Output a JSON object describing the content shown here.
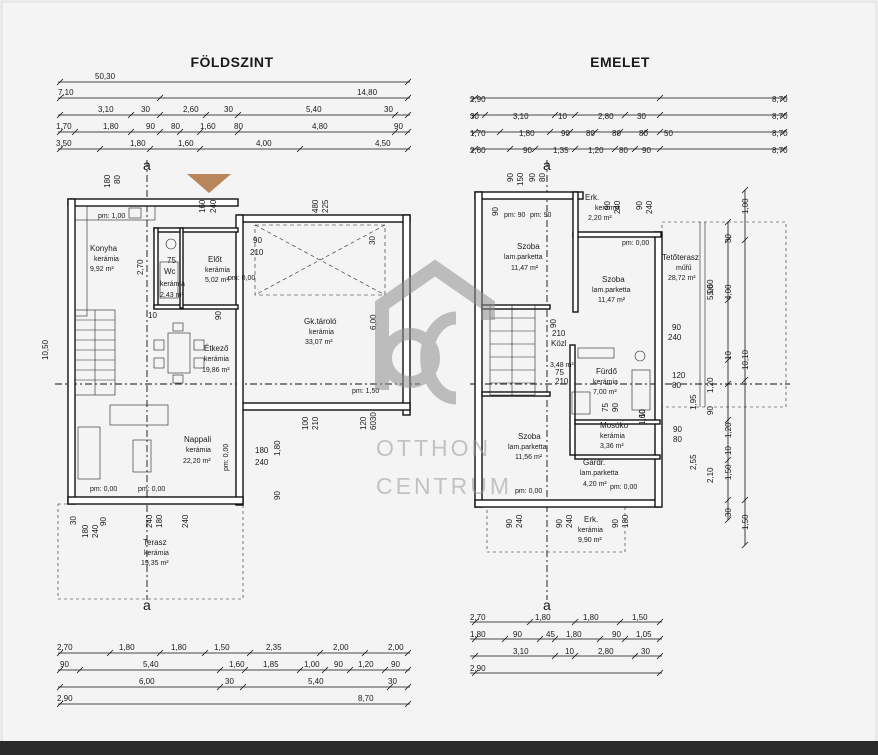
{
  "titles": {
    "ground": "FÖLDSZINT",
    "upper": "EMELET"
  },
  "section_markers": [
    "a",
    "a",
    "a",
    "a"
  ],
  "watermark": {
    "line1": "OTTHON",
    "line2": "CENTRUM"
  },
  "ground_rooms": [
    {
      "name": "Konyha",
      "material": "kerámia",
      "area": "9,92 m²"
    },
    {
      "name": "Előt",
      "material": "kerámia",
      "area": "5,02 m²"
    },
    {
      "name": "Wc",
      "material": "kerámia",
      "area": "2,43 m²"
    },
    {
      "name": "Gk.tároló",
      "material": "kerámia",
      "area": "33,07 m²"
    },
    {
      "name": "Étkező",
      "material": "kerámia",
      "area": "19,86 m²"
    },
    {
      "name": "Nappali",
      "material": "kerámia",
      "area": "22,20 m²"
    },
    {
      "name": "Terasz",
      "material": "kerámia",
      "area": "19,35 m²"
    }
  ],
  "upper_rooms": [
    {
      "name": "Erk.",
      "material": "kerámia",
      "area": "2,20 m²"
    },
    {
      "name": "Szoba",
      "material": "lam.parketta",
      "area": "11,47 m²"
    },
    {
      "name": "Szoba",
      "material": "lam.parketta",
      "area": "11,47 m²"
    },
    {
      "name": "Tetőterasz",
      "material": "műfű",
      "area": "28,72 m²"
    },
    {
      "name": "Közl",
      "material": "",
      "area": "3,48 m²"
    },
    {
      "name": "Fürdő",
      "material": "kerámia",
      "area": "7,00 m²"
    },
    {
      "name": "Szoba",
      "material": "lam.parketta",
      "area": "11,56 m²"
    },
    {
      "name": "Mosóko",
      "material": "kerámia",
      "area": "3,36 m²"
    },
    {
      "name": "Gardr.",
      "material": "lam.parketta",
      "area": "4,20 m²"
    },
    {
      "name": "Erk.",
      "material": "kerámia",
      "area": "9,90 m²"
    }
  ],
  "ground_annotations": [
    "pm: 1,00",
    "pm: 0,00",
    "pm: 0,00",
    "pm: 0,00",
    "pm: 1,50",
    "pm: 0,00"
  ],
  "upper_annotations": [
    "pm: 90",
    "pm: 90",
    "pm: 0,00",
    "pm: 0,00",
    "pm: 0,00"
  ],
  "ground_top_dims": [
    [
      "50,30"
    ],
    [
      "7,10",
      "14,80"
    ],
    [
      "3,10",
      "30",
      "2,60",
      "30",
      "5,40",
      "30"
    ],
    [
      "1,70",
      "1,80",
      "90",
      "80",
      "1,60",
      "80",
      "4,80",
      "90"
    ],
    [
      "3,50",
      "1,80",
      "1,60",
      "4,00",
      "4,50"
    ]
  ],
  "upper_top_dims": [
    [
      "2,90",
      "8,70"
    ],
    [
      "30",
      "3,10",
      "10",
      "2,80",
      "30",
      "8,70"
    ],
    [
      "1,70",
      "1,80",
      "90",
      "80",
      "80",
      "80",
      "50",
      "8,70"
    ],
    [
      "2,60",
      "90",
      "1,35",
      "1,20",
      "80",
      "90",
      "8,70"
    ]
  ],
  "ground_bottom_dims": [
    [
      "2,70",
      "1,80",
      "1,80",
      "1,50",
      "2,35",
      "2,00",
      "2,00"
    ],
    [
      "90",
      "5,40",
      "1,60",
      "1,85",
      "1,00",
      "90",
      "1,20",
      "90"
    ],
    [
      "6,00",
      "30",
      "5,40",
      "30"
    ],
    [
      "2,90",
      "8,70"
    ]
  ],
  "upper_bottom_dims": [
    [
      "2,70",
      "1,80",
      "1,80",
      "1,50"
    ],
    [
      "1,80",
      "90",
      "45",
      "1,80",
      "90",
      "1,05"
    ],
    [
      "3,10",
      "10",
      "2,80",
      "30"
    ],
    [
      "2,90"
    ]
  ],
  "upper_right_dims": [
    "1,00",
    "30",
    "5,60",
    "5,00",
    "4,00",
    "10",
    "10,10",
    "1,20",
    "1,95",
    "90",
    "1,20",
    "10",
    "2,55",
    "2,10",
    "1,50",
    "30",
    "1,50"
  ],
  "ground_misc_dims": [
    "180",
    "80",
    "160",
    "240",
    "480",
    "225",
    "2,70",
    "75",
    "210",
    "30",
    "90",
    "10",
    "10,50",
    "90",
    "6,00",
    "100",
    "210",
    "120",
    "6030",
    "180",
    "240",
    "1,80",
    "90",
    "180",
    "240",
    "90",
    "240",
    "180",
    "240",
    "30"
  ],
  "upper_misc_dims": [
    "90",
    "150",
    "90",
    "80",
    "90",
    "240",
    "90",
    "240",
    "90",
    "210",
    "75",
    "210",
    "90",
    "240",
    "120",
    "80",
    "75",
    "90",
    "10",
    "90",
    "80",
    "90",
    "240",
    "90",
    "240",
    "90",
    "180",
    "90",
    "1,60"
  ]
}
